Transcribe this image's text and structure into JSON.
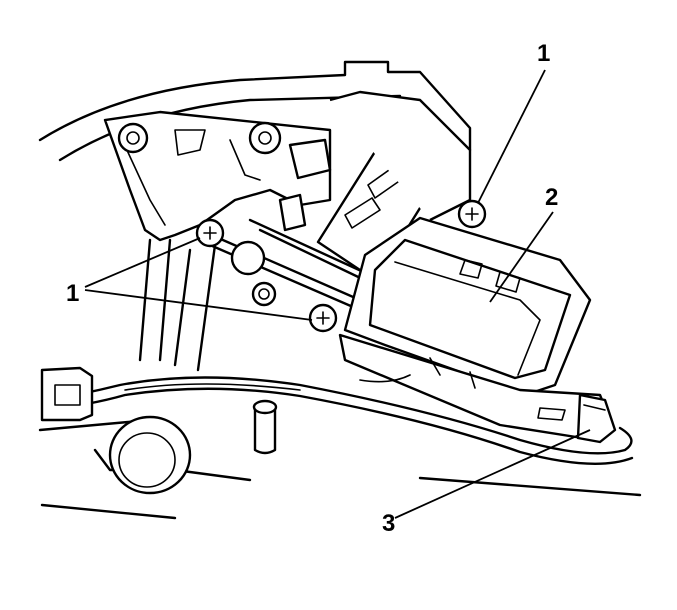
{
  "callouts": {
    "screw_top_right": "1",
    "screws_left": "1",
    "actuator": "2",
    "connector": "3"
  },
  "colors": {
    "line": "#000000",
    "background": "#ffffff"
  }
}
